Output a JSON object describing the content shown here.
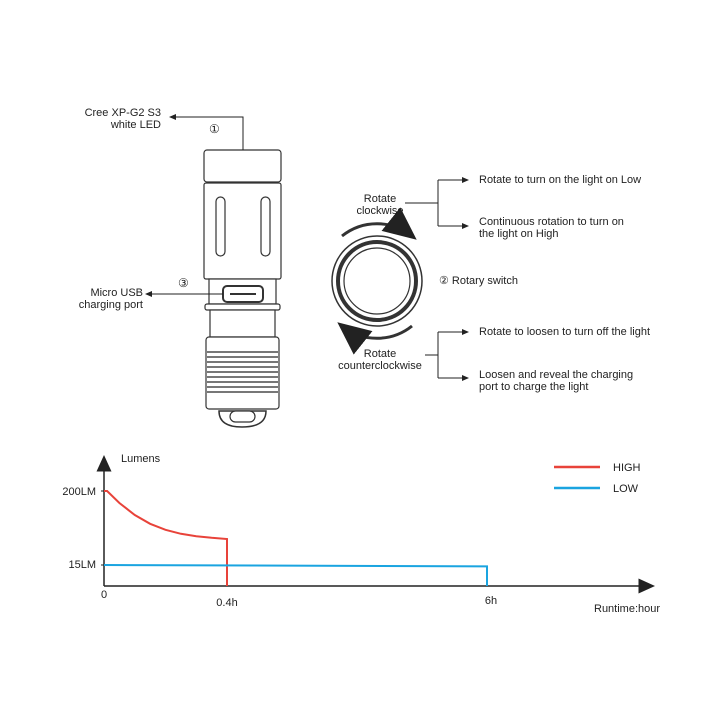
{
  "labels": {
    "led": [
      "Cree XP-G2 S3",
      "white LED"
    ],
    "led_num": "①",
    "usb": [
      "Micro USB",
      "charging port"
    ],
    "usb_num": "③",
    "rotate_cw": [
      "Rotate",
      "clockwise"
    ],
    "rotate_ccw": [
      "Rotate",
      "counterclockwise"
    ],
    "rotary_switch": "② Rotary switch",
    "cw_actions": [
      "Rotate to turn on the light on Low",
      "Continuous rotation to turn on",
      "the light on High"
    ],
    "ccw_actions": [
      "Rotate to loosen to turn off the light",
      "Loosen and reveal the charging",
      "port to charge the light"
    ]
  },
  "chart_data": {
    "type": "line",
    "ylabel": "Lumens",
    "xlabel": "Runtime:hour",
    "x_ticks": [
      "0",
      "0.4h",
      "6h"
    ],
    "x_tick_values": [
      0,
      0.4,
      6
    ],
    "y_ticks": [
      "200LM",
      "15LM"
    ],
    "y_tick_values": [
      200,
      15
    ],
    "legend_position": "top-right",
    "series": [
      {
        "name": "HIGH",
        "color": "#e8433a",
        "points": [
          [
            0,
            200
          ],
          [
            0.01,
            200
          ],
          [
            0.05,
            170
          ],
          [
            0.1,
            140
          ],
          [
            0.15,
            118
          ],
          [
            0.2,
            103
          ],
          [
            0.25,
            93
          ],
          [
            0.3,
            87
          ],
          [
            0.35,
            83
          ],
          [
            0.4,
            80
          ],
          [
            0.4,
            0
          ]
        ]
      },
      {
        "name": "LOW",
        "color": "#1aa4e0",
        "points": [
          [
            0,
            15
          ],
          [
            6,
            14
          ],
          [
            6,
            0
          ]
        ]
      }
    ]
  }
}
